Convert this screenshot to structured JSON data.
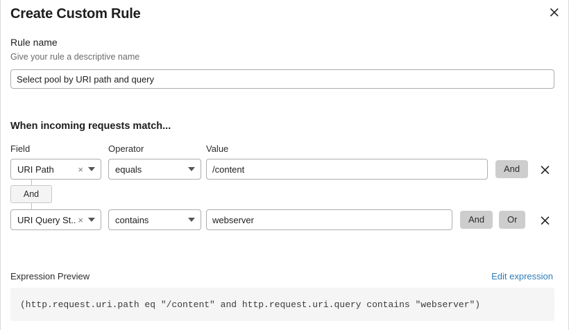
{
  "dialog": {
    "title": "Create Custom Rule",
    "close_icon": "close-icon"
  },
  "rule_name": {
    "label": "Rule name",
    "hint": "Give your rule a descriptive name",
    "value": "Select pool by URI path and query",
    "placeholder": "Rule name"
  },
  "match_section": {
    "heading": "When incoming requests match...",
    "columns": {
      "field": "Field",
      "operator": "Operator",
      "value": "Value"
    },
    "connector": {
      "label": "And"
    },
    "rows": [
      {
        "field": "URI Path",
        "field_clear": "×",
        "operator": "equals",
        "value": "/content",
        "buttons": [
          "And"
        ],
        "delete_icon": "close-icon"
      },
      {
        "field": "URI Query St...",
        "field_clear": "×",
        "operator": "contains",
        "value": "webserver",
        "buttons": [
          "And",
          "Or"
        ],
        "delete_icon": "close-icon"
      }
    ]
  },
  "expression_preview": {
    "label": "Expression Preview",
    "edit_link": "Edit expression",
    "expression": "(http.request.uri.path eq \"/content\" and http.request.uri.query contains \"webserver\")"
  },
  "colors": {
    "link": "#2d7cb8",
    "pill_bg": "#cdcdcd",
    "code_bg": "#f5f5f5",
    "border": "#adadad"
  }
}
